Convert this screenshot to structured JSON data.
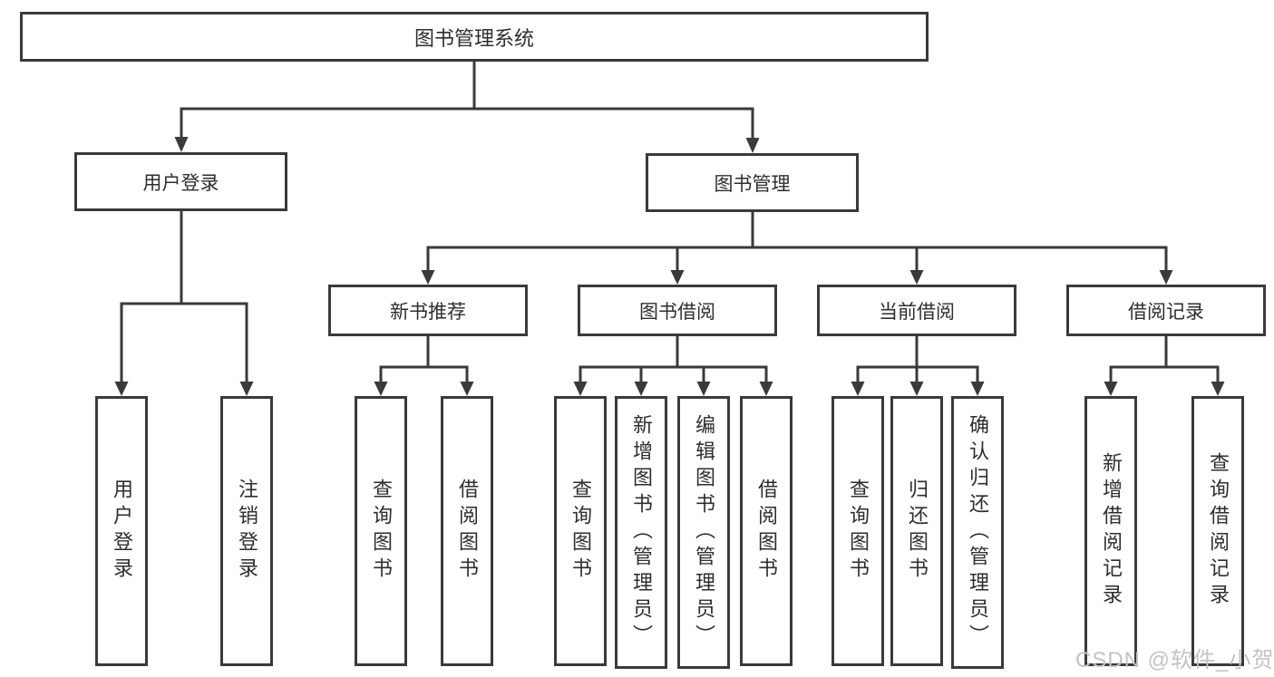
{
  "nodes": {
    "root": "图书管理系统",
    "user_login": "用户登录",
    "book_mgmt": "图书管理",
    "new_book": "新书推荐",
    "book_borrow": "图书借阅",
    "current_borrow": "当前借阅",
    "borrow_records": "借阅记录",
    "leaf_user_login": "用户登录",
    "leaf_logout": "注销登录",
    "nb_query_books": "查询图书",
    "nb_borrow_books": "借阅图书",
    "bb_query_books": "查询图书",
    "bb_add_books": "新增图书（管理员）",
    "bb_edit_books": "编辑图书（管理员）",
    "bb_borrow_books": "借阅图书",
    "cb_query_books": "查询图书",
    "cb_return_books": "归还图书",
    "cb_confirm_return": "确认归还（管理员）",
    "br_add_record": "新增借阅记录",
    "br_query_record": "查询借阅记录"
  },
  "watermark": "CSDN @软件_小贺同学",
  "colors": {
    "line": "#3a3a3a",
    "text": "#2e2e2e",
    "watermark": "#c3c3c3",
    "bg": "#ffffff"
  }
}
